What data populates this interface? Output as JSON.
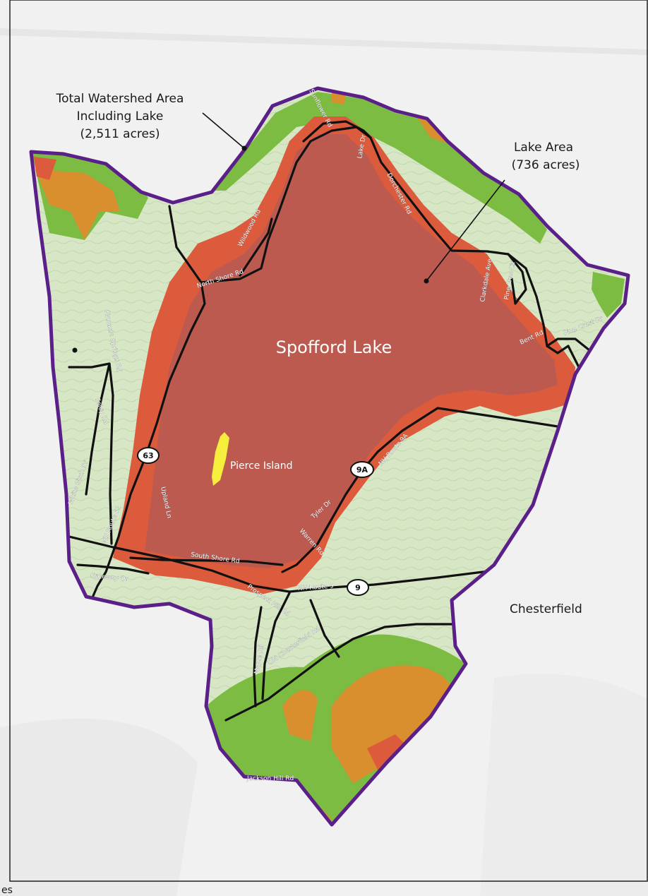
{
  "map": {
    "callouts": {
      "watershed_line1": "Total Watershed Area",
      "watershed_line2": "Including Lake",
      "watershed_line3": "(2,511 acres)",
      "lake_line1": "Lake Area",
      "lake_line2": "(736 acres)"
    },
    "lake_name": "Spofford Lake",
    "island_name": "Pierce Island",
    "town_name": "Chesterfield",
    "edge_fragment": "es",
    "roads": {
      "sunflower": "Sunflower Rd",
      "lake_dr": "Lake Dr",
      "dorchester": "Dorchester Rd",
      "wildwood": "Wildwood Rd",
      "north_shore": "North Shore Rd",
      "pinnacle": "Pinnacle Springs Rd",
      "foley": "Foley Rd",
      "white_birch": "White Birch Dr",
      "nh_route_63": "NH Route 63",
      "upland": "Upland Ln",
      "clarkdale": "Clarkdale Ave",
      "pine_tree": "Pine Tree Cir",
      "bent": "Bent Rd",
      "pine_crest": "Pine Crest Dr",
      "nh_route_9a": "NH Route 9A",
      "tyler": "Tyler Dr",
      "warren": "Warren Rd",
      "south_shore": "South Shore Rd",
      "gateway": "Gateway Dr",
      "nh_route_9": "NH Route 9",
      "prospect_hill": "Prospect Hill Rd",
      "maple": "Maple Rd",
      "old_chesterfield": "Old Chesterfield Rd",
      "jackson_hill": "Jackson Hill Rd"
    },
    "shields": {
      "route63": "63",
      "route9a": "9A",
      "route9": "9"
    },
    "colors": {
      "boundary": "#5b1f8a",
      "lake": "#bd5a50",
      "shore_buffer": "#dd5b3d",
      "low_slope": "#d7e7c6",
      "moderate_slope": "#7cbc42",
      "steep_slope": "#d98f2d",
      "island": "#f5ee3c",
      "roads": "#111111"
    }
  }
}
